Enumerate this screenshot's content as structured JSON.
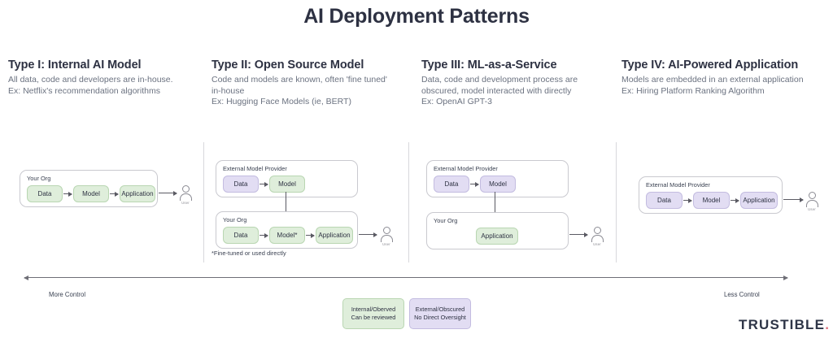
{
  "title": "AI Deployment Patterns",
  "columns": [
    {
      "id": "type-1",
      "heading": "Type I: Internal AI Model",
      "desc_line1": "All data, code and developers are in-house.",
      "desc_line2": "Ex: Netflix's recommendation algorithms",
      "desc_line3": ""
    },
    {
      "id": "type-2",
      "heading": "Type II: Open Source Model",
      "desc_line1": "Code and models are known, often 'fine tuned'",
      "desc_line2": "in-house",
      "desc_line3": "Ex: Hugging Face Models (ie, BERT)"
    },
    {
      "id": "type-3",
      "heading": "Type III: ML-as-a-Service",
      "desc_line1": "Data, code and development process are",
      "desc_line2": "obscured, model interacted with directly",
      "desc_line3": "Ex: OpenAI GPT-3"
    },
    {
      "id": "type-4",
      "heading": "Type IV: AI-Powered Application",
      "desc_line1": "Models are embedded in an external application",
      "desc_line2": "Ex: Hiring Platform Ranking Algorithm",
      "desc_line3": ""
    }
  ],
  "diagrams": {
    "type1": {
      "org_label": "Your Org",
      "nodes": {
        "data": "Data",
        "model": "Model",
        "application": "Application"
      },
      "user_caption": "User"
    },
    "type2": {
      "provider_label": "External Model Provider",
      "provider_nodes": {
        "data": "Data",
        "model": "Model"
      },
      "org_label": "Your Org",
      "org_nodes": {
        "data": "Data",
        "model": "Model*",
        "application": "Application"
      },
      "footnote": "*Fine-tuned or used directly",
      "user_caption": "User"
    },
    "type3": {
      "provider_label": "External Model Provider",
      "provider_nodes": {
        "data": "Data",
        "model": "Model"
      },
      "org_label": "Your Org",
      "org_nodes": {
        "application": "Application"
      },
      "user_caption": "User"
    },
    "type4": {
      "provider_label": "External Model Provider",
      "provider_nodes": {
        "data": "Data",
        "model": "Model",
        "application": "Application"
      },
      "user_caption": "User"
    }
  },
  "axis": {
    "left_label": "More Control",
    "right_label": "Less Control"
  },
  "legend": [
    {
      "id": "internal",
      "line1": "Internal/Oberved",
      "line2": "Can be reviewed",
      "color": "#dfeedb"
    },
    {
      "id": "external",
      "line1": "External/Obscured",
      "line2": "No Direct Oversight",
      "color": "#e2ddf3"
    }
  ],
  "brand": {
    "name": "TRUSTIBLE",
    "dot": ".",
    "color": "#2e3547",
    "accent": "#e0717c"
  },
  "colors": {
    "internal_green_fill": "#dfeedb",
    "internal_green_border": "#b9d6b2",
    "external_purple_fill": "#e2ddf3",
    "external_purple_border": "#c3bce0",
    "heading": "#2d3142",
    "body_text": "#6b7280",
    "line": "#5a5a63"
  }
}
